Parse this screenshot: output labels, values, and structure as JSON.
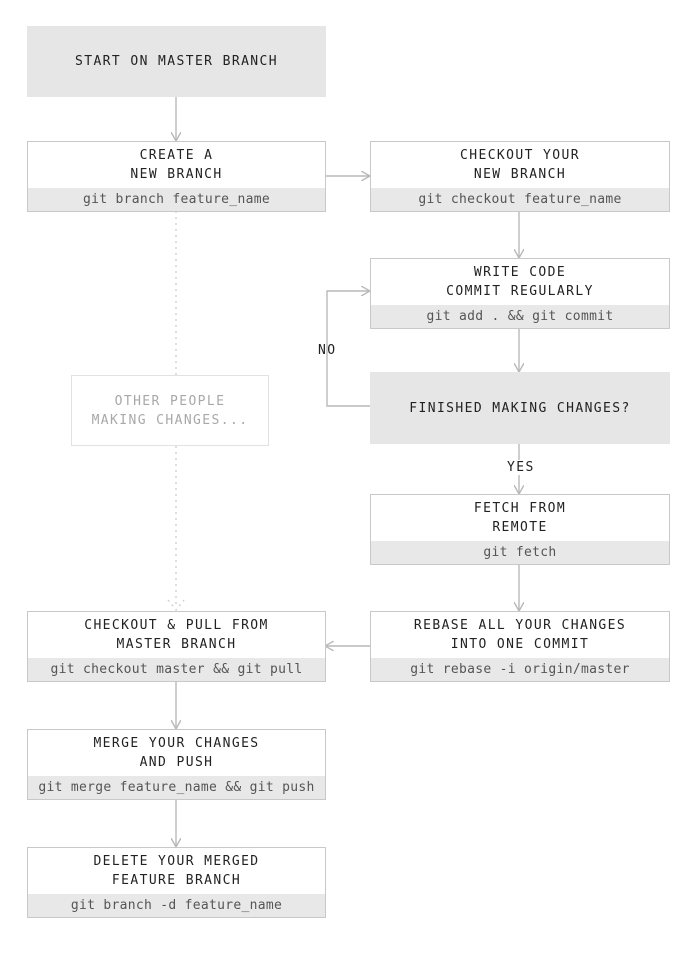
{
  "nodes": {
    "start": {
      "title": "START ON MASTER BRANCH"
    },
    "create_branch": {
      "title": "CREATE A\nNEW BRANCH",
      "command": "git branch feature_name"
    },
    "checkout_branch": {
      "title": "CHECKOUT YOUR\nNEW BRANCH",
      "command": "git checkout feature_name"
    },
    "write_code": {
      "title": "WRITE CODE\nCOMMIT REGULARLY",
      "command": "git add . && git commit"
    },
    "finished": {
      "title": "FINISHED MAKING CHANGES?"
    },
    "other_people": {
      "title": "OTHER PEOPLE\nMAKING CHANGES..."
    },
    "fetch": {
      "title": "FETCH FROM\nREMOTE",
      "command": "git fetch"
    },
    "rebase": {
      "title": "REBASE ALL YOUR CHANGES\nINTO ONE COMMIT",
      "command": "git rebase -i origin/master"
    },
    "checkout_master": {
      "title": "CHECKOUT & PULL FROM\nMASTER BRANCH",
      "command": "git checkout master && git pull"
    },
    "merge": {
      "title": "MERGE YOUR CHANGES\nAND PUSH",
      "command": "git merge feature_name && git push"
    },
    "delete_branch": {
      "title": "DELETE YOUR MERGED\nFEATURE BRANCH",
      "command": "git branch -d feature_name"
    }
  },
  "edge_labels": {
    "no": "NO",
    "yes": "YES"
  },
  "colors": {
    "line": "#b9b9b9",
    "box_border": "#c8c8c8",
    "fill": "#e6e6e6",
    "command_bg": "#e8e8e8",
    "text": "#222222",
    "ghost_text": "#a8a8a8"
  }
}
